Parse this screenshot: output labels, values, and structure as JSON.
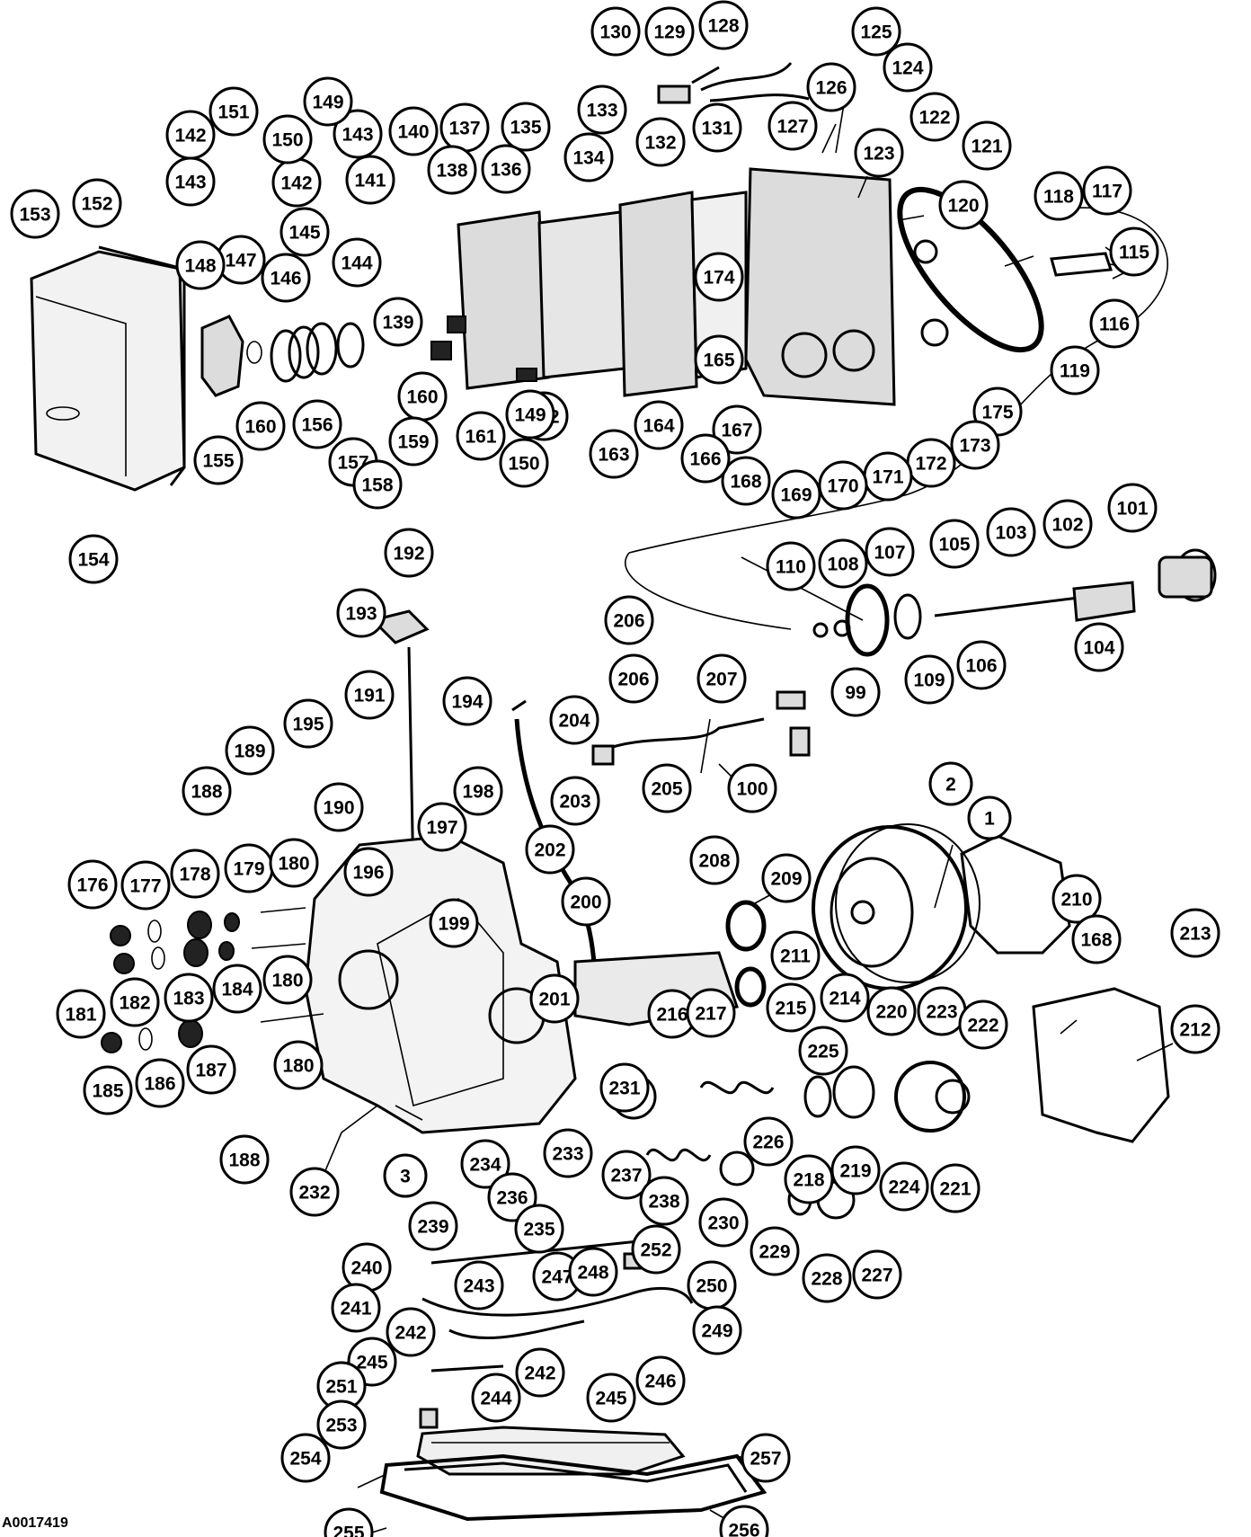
{
  "figure_id": "A0017419",
  "callouts": [
    {
      "label": "130"
    },
    {
      "label": "129"
    },
    {
      "label": "128"
    },
    {
      "label": "125"
    },
    {
      "label": "124"
    },
    {
      "label": "126"
    },
    {
      "label": "127"
    },
    {
      "label": "131"
    },
    {
      "label": "122"
    },
    {
      "label": "121"
    },
    {
      "label": "133"
    },
    {
      "label": "132"
    },
    {
      "label": "123"
    },
    {
      "label": "120"
    },
    {
      "label": "118"
    },
    {
      "label": "117"
    },
    {
      "label": "115"
    },
    {
      "label": "116"
    },
    {
      "label": "119"
    },
    {
      "label": "175"
    },
    {
      "label": "173"
    },
    {
      "label": "172"
    },
    {
      "label": "171"
    },
    {
      "label": "170"
    },
    {
      "label": "169"
    },
    {
      "label": "168"
    },
    {
      "label": "167"
    },
    {
      "label": "166"
    },
    {
      "label": "165"
    },
    {
      "label": "174"
    },
    {
      "label": "164"
    },
    {
      "label": "163"
    },
    {
      "label": "162"
    },
    {
      "label": "161"
    },
    {
      "label": "150"
    },
    {
      "label": "149"
    },
    {
      "label": "134"
    },
    {
      "label": "135"
    },
    {
      "label": "136"
    },
    {
      "label": "137"
    },
    {
      "label": "138"
    },
    {
      "label": "139"
    },
    {
      "label": "140"
    },
    {
      "label": "141"
    },
    {
      "label": "143"
    },
    {
      "label": "142"
    },
    {
      "label": "149"
    },
    {
      "label": "150"
    },
    {
      "label": "151"
    },
    {
      "label": "142"
    },
    {
      "label": "143"
    },
    {
      "label": "144"
    },
    {
      "label": "145"
    },
    {
      "label": "146"
    },
    {
      "label": "147"
    },
    {
      "label": "148"
    },
    {
      "label": "153"
    },
    {
      "label": "152"
    },
    {
      "label": "160"
    },
    {
      "label": "160"
    },
    {
      "label": "156"
    },
    {
      "label": "159"
    },
    {
      "label": "157"
    },
    {
      "label": "158"
    },
    {
      "label": "155"
    },
    {
      "label": "154"
    },
    {
      "label": "192"
    },
    {
      "label": "193"
    },
    {
      "label": "191"
    },
    {
      "label": "194"
    },
    {
      "label": "195"
    },
    {
      "label": "189"
    },
    {
      "label": "188"
    },
    {
      "label": "190"
    },
    {
      "label": "176"
    },
    {
      "label": "177"
    },
    {
      "label": "178"
    },
    {
      "label": "179"
    },
    {
      "label": "180"
    },
    {
      "label": "196"
    },
    {
      "label": "197"
    },
    {
      "label": "198"
    },
    {
      "label": "199"
    },
    {
      "label": "181"
    },
    {
      "label": "182"
    },
    {
      "label": "183"
    },
    {
      "label": "184"
    },
    {
      "label": "180"
    },
    {
      "label": "185"
    },
    {
      "label": "186"
    },
    {
      "label": "187"
    },
    {
      "label": "180"
    },
    {
      "label": "188"
    },
    {
      "label": "232"
    },
    {
      "label": "3"
    },
    {
      "label": "204"
    },
    {
      "label": "203"
    },
    {
      "label": "202"
    },
    {
      "label": "200"
    },
    {
      "label": "201"
    },
    {
      "label": "206"
    },
    {
      "label": "207"
    },
    {
      "label": "205"
    },
    {
      "label": "206"
    },
    {
      "label": "110"
    },
    {
      "label": "108"
    },
    {
      "label": "107"
    },
    {
      "label": "105"
    },
    {
      "label": "103"
    },
    {
      "label": "102"
    },
    {
      "label": "101"
    },
    {
      "label": "99"
    },
    {
      "label": "109"
    },
    {
      "label": "106"
    },
    {
      "label": "104"
    },
    {
      "label": "100"
    },
    {
      "label": "208"
    },
    {
      "label": "209"
    },
    {
      "label": "2"
    },
    {
      "label": "1"
    },
    {
      "label": "210"
    },
    {
      "label": "213"
    },
    {
      "label": "212"
    },
    {
      "label": "211"
    },
    {
      "label": "168"
    },
    {
      "label": "216"
    },
    {
      "label": "217"
    },
    {
      "label": "215"
    },
    {
      "label": "214"
    },
    {
      "label": "220"
    },
    {
      "label": "223"
    },
    {
      "label": "222"
    },
    {
      "label": "225"
    },
    {
      "label": "231"
    },
    {
      "label": "226"
    },
    {
      "label": "218"
    },
    {
      "label": "219"
    },
    {
      "label": "224"
    },
    {
      "label": "221"
    },
    {
      "label": "234"
    },
    {
      "label": "233"
    },
    {
      "label": "237"
    },
    {
      "label": "236"
    },
    {
      "label": "238"
    },
    {
      "label": "235"
    },
    {
      "label": "230"
    },
    {
      "label": "229"
    },
    {
      "label": "228"
    },
    {
      "label": "227"
    },
    {
      "label": "239"
    },
    {
      "label": "252"
    },
    {
      "label": "240"
    },
    {
      "label": "243"
    },
    {
      "label": "247"
    },
    {
      "label": "248"
    },
    {
      "label": "250"
    },
    {
      "label": "241"
    },
    {
      "label": "242"
    },
    {
      "label": "249"
    },
    {
      "label": "245"
    },
    {
      "label": "242"
    },
    {
      "label": "246"
    },
    {
      "label": "244"
    },
    {
      "label": "245"
    },
    {
      "label": "251"
    },
    {
      "label": "253"
    },
    {
      "label": "254"
    },
    {
      "label": "257"
    },
    {
      "label": "255"
    },
    {
      "label": "256"
    }
  ]
}
